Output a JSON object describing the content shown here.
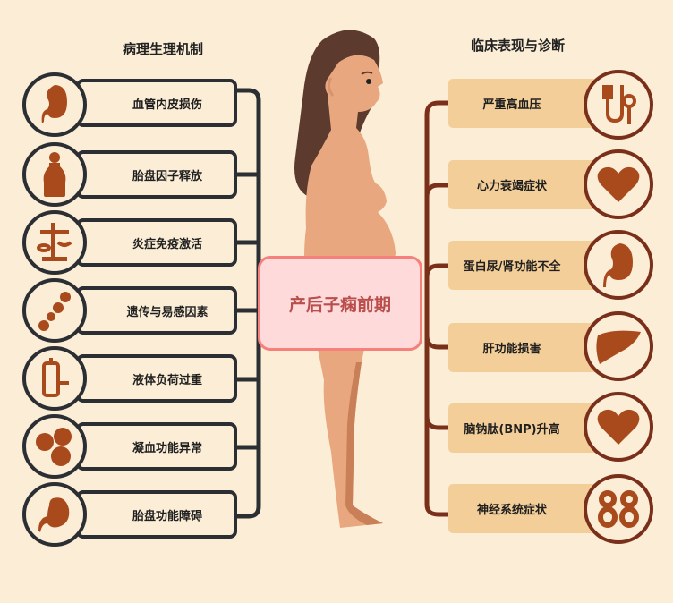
{
  "left_section": {
    "title": "病理生理机制",
    "items": [
      {
        "label": "血管内皮损伤",
        "icon": "kidney-icon"
      },
      {
        "label": "胎盘因子释放",
        "icon": "bottle-icon"
      },
      {
        "label": "炎症免疫激活",
        "icon": "scale-icon"
      },
      {
        "label": "遗传与易感因素",
        "icon": "dots-icon"
      },
      {
        "label": "液体负荷过重",
        "icon": "iv-bag-icon"
      },
      {
        "label": "凝血功能异常",
        "icon": "blood-cells-icon"
      },
      {
        "label": "胎盘功能障碍",
        "icon": "stomach-icon"
      }
    ]
  },
  "center": {
    "label": "产后子痫前期"
  },
  "right_section": {
    "title": "临床表现与诊断",
    "items": [
      {
        "label": "严重高血压",
        "icon": "blood-pressure-icon"
      },
      {
        "label": "心力衰竭症状",
        "icon": "heart-icon"
      },
      {
        "label": "蛋白尿/肾功能不全",
        "icon": "kidney-icon"
      },
      {
        "label": "肝功能损害",
        "icon": "liver-icon"
      },
      {
        "label": "脑钠肽(BNP)升高",
        "icon": "heart-icon"
      },
      {
        "label": "神经系统症状",
        "icon": "brain-88-icon"
      }
    ]
  },
  "colors": {
    "background": "#fbedd6",
    "left_stroke": "#2b2e33",
    "icon_fill": "#a94a1c",
    "right_stroke": "#7a2f1a",
    "right_box": "#f4ce98",
    "center_fill": "#ffdadb",
    "center_border": "#f5807c",
    "center_text": "#b84f4c",
    "skin": "#e8a77e",
    "hair": "#5c3a2e"
  }
}
